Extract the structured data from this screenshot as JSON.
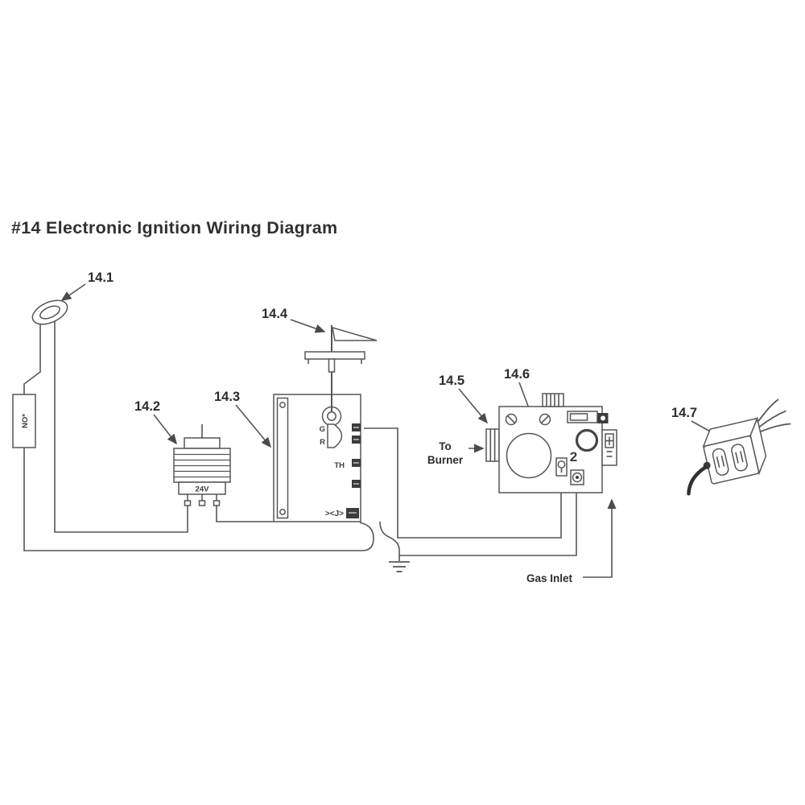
{
  "title": "#14 Electronic Ignition Wiring Diagram",
  "parts": {
    "p141": "14.1",
    "p142": "14.2",
    "p143": "14.3",
    "p144": "14.4",
    "p145": "14.5",
    "p146": "14.6",
    "p147": "14.7"
  },
  "annotations": {
    "to_burner_line1": "To",
    "to_burner_line2": "Burner",
    "gas_inlet": "Gas Inlet",
    "relay_marking": "NO*",
    "transformer_voltage": "24V",
    "valve_dial_number": "2"
  },
  "module": {
    "terminal_g": "G",
    "terminal_r": "R",
    "terminal_th": "TH",
    "bottom_marking": "><J>"
  },
  "colors": {
    "line": "#55565A",
    "text": "#2B2C2E",
    "dark_fill": "#3B3C3E",
    "background": "#FFFFFF"
  }
}
